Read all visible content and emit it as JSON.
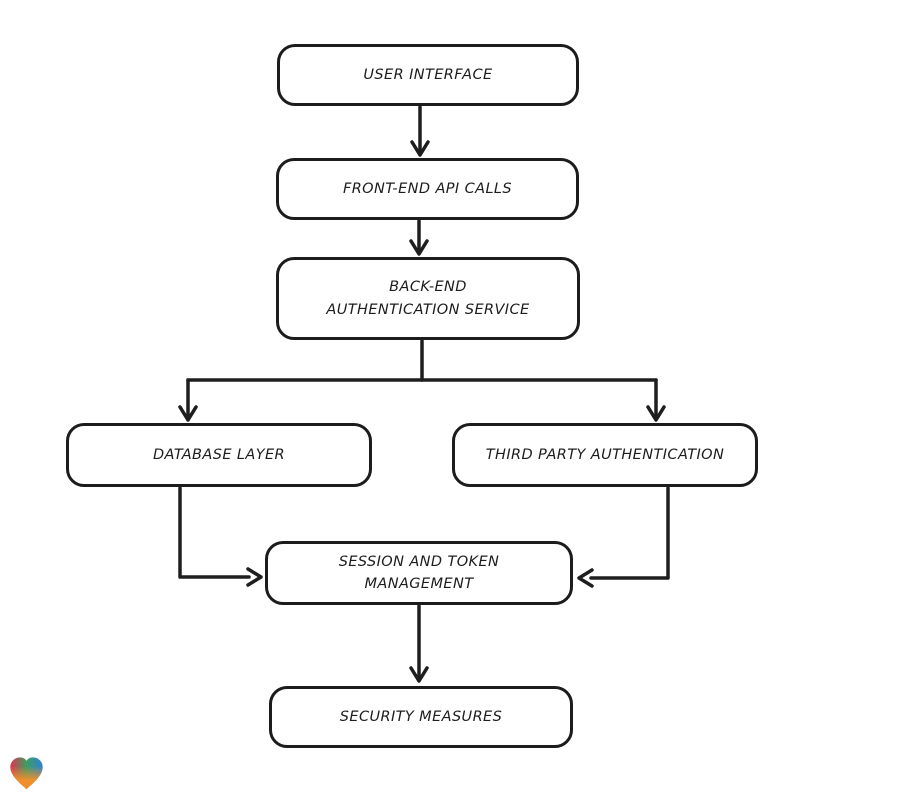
{
  "diagram": {
    "type": "flowchart",
    "style": "hand-drawn",
    "colors": {
      "background": "#ffffff",
      "node_fill": "#ffffff",
      "stroke": "#1c1c1c",
      "text": "#1d1d1d"
    },
    "nodes": [
      {
        "id": "user-interface",
        "label": "USER INTERFACE"
      },
      {
        "id": "front-end-api-calls",
        "label": "FRONT-END API CALLS"
      },
      {
        "id": "back-end-authentication-service",
        "label": "BACK-END AUTHENTICATION SERVICE"
      },
      {
        "id": "database-layer",
        "label": "DATABASE LAYER"
      },
      {
        "id": "third-party-authentication",
        "label": "THIRD PARTY AUTHENTICATION"
      },
      {
        "id": "session-and-token-management",
        "label": "SESSION AND TOKEN MANAGEMENT"
      },
      {
        "id": "security-measures",
        "label": "SECURITY MEASURES"
      }
    ],
    "edges": [
      {
        "from": "user-interface",
        "to": "front-end-api-calls"
      },
      {
        "from": "front-end-api-calls",
        "to": "back-end-authentication-service"
      },
      {
        "from": "back-end-authentication-service",
        "to": "database-layer"
      },
      {
        "from": "back-end-authentication-service",
        "to": "third-party-authentication"
      },
      {
        "from": "database-layer",
        "to": "session-and-token-management"
      },
      {
        "from": "third-party-authentication",
        "to": "session-and-token-management"
      },
      {
        "from": "session-and-token-management",
        "to": "security-measures"
      }
    ]
  },
  "footer": {
    "logo_icon": "gradient-heart-icon",
    "logo_gradient_colors": [
      "#e2334d",
      "#3d9e63",
      "#2f80d4",
      "#f0902d"
    ]
  }
}
